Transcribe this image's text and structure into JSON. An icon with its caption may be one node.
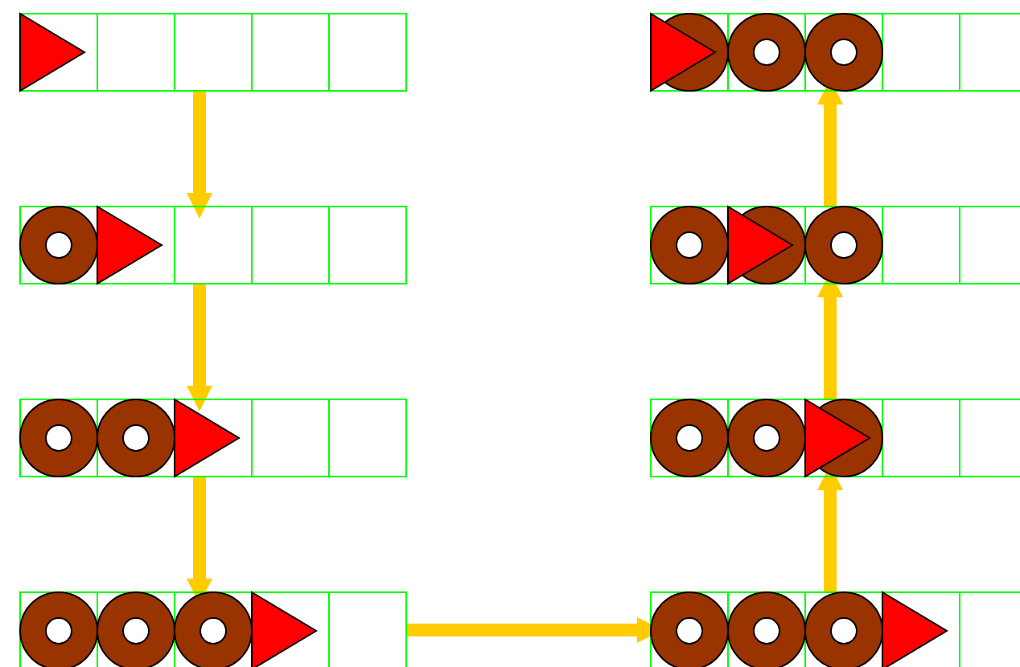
{
  "diagram": {
    "nodes": [
      {
        "text": [],
        "shape": "box"
      },
      {
        "text": [],
        "shape": "box"
      },
      {
        "text": [],
        "shape": "box"
      },
      {
        "text": [],
        "shape": "box"
      },
      {
        "text": [],
        "shape": "box"
      },
      {
        "text": [],
        "shape": "box"
      },
      {
        "text": [],
        "shape": "box"
      },
      {
        "text": [],
        "shape": "box"
      }
    ],
    "edges": [
      {
        "from": 0,
        "to": 1,
        "arrow": "to"
      },
      {
        "from": 1,
        "to": 2,
        "arrow": "to"
      },
      {
        "from": 2,
        "to": 3,
        "arrow": "to"
      },
      {
        "from": 3,
        "to": 7,
        "arrow": "to"
      },
      {
        "from": 7,
        "to": 6,
        "arrow": "to"
      },
      {
        "from": 6,
        "to": 5,
        "arrow": "to"
      },
      {
        "from": 5,
        "to": 4,
        "arrow": "to"
      }
    ]
  }
}
